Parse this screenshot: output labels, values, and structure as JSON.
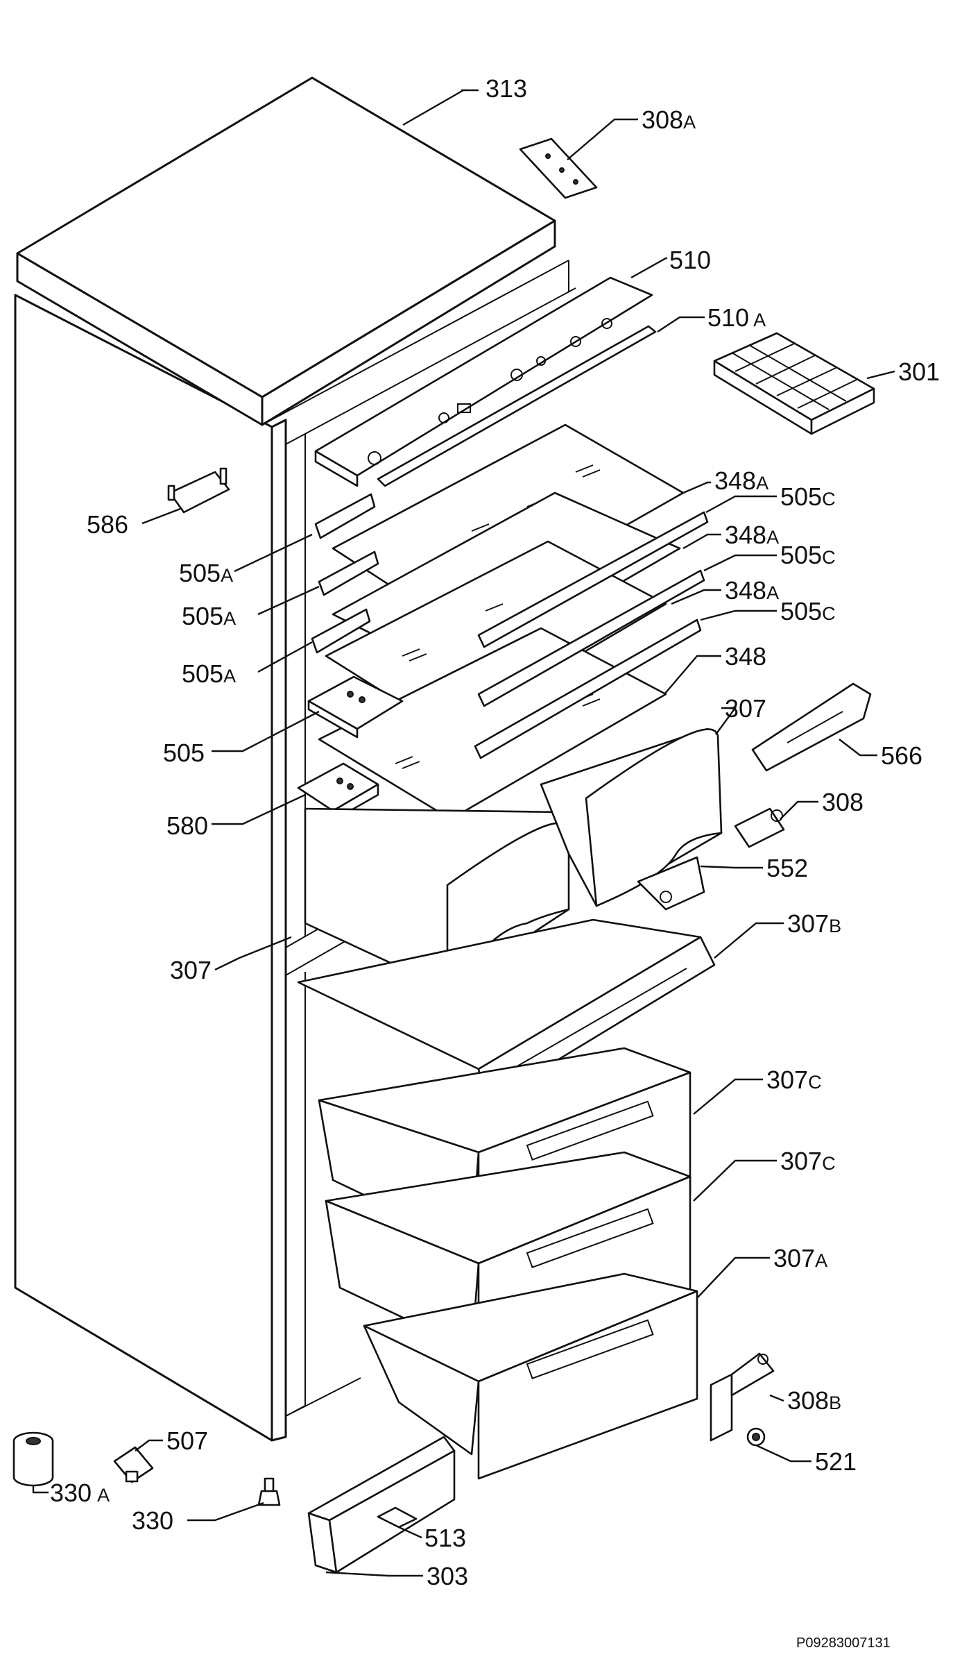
{
  "labels": {
    "p313": "313",
    "p308a": "308",
    "p308a_s": "A",
    "p510": "510",
    "p510a": "510",
    "p510a_s": "A",
    "p301": "301",
    "p348a_1": "348",
    "p348a_1_s": "A",
    "p505c_1": "505",
    "p505c_1_s": "C",
    "p348a_2": "348",
    "p348a_2_s": "A",
    "p505c_2": "505",
    "p505c_2_s": "C",
    "p348a_3": "348",
    "p348a_3_s": "A",
    "p505c_3": "505",
    "p505c_3_s": "C",
    "p348": "348",
    "p586": "586",
    "p505a_1": "505",
    "p505a_1_s": "A",
    "p505a_2": "505",
    "p505a_2_s": "A",
    "p505a_3": "505",
    "p505a_3_s": "A",
    "p505": "505",
    "p580": "580",
    "p307_right": "307",
    "p566": "566",
    "p308": "308",
    "p552": "552",
    "p307_left": "307",
    "p307b": "307",
    "p307b_s": "B",
    "p307c_1": "307",
    "p307c_1_s": "C",
    "p307c_2": "307",
    "p307c_2_s": "C",
    "p307a": "307",
    "p307a_s": "A",
    "p308b": "308",
    "p308b_s": "B",
    "p521": "521",
    "p507": "507",
    "p330a": "330",
    "p330a_s": "A",
    "p330": "330",
    "p513": "513",
    "p303": "303",
    "drawing_code": "P09283007131"
  }
}
